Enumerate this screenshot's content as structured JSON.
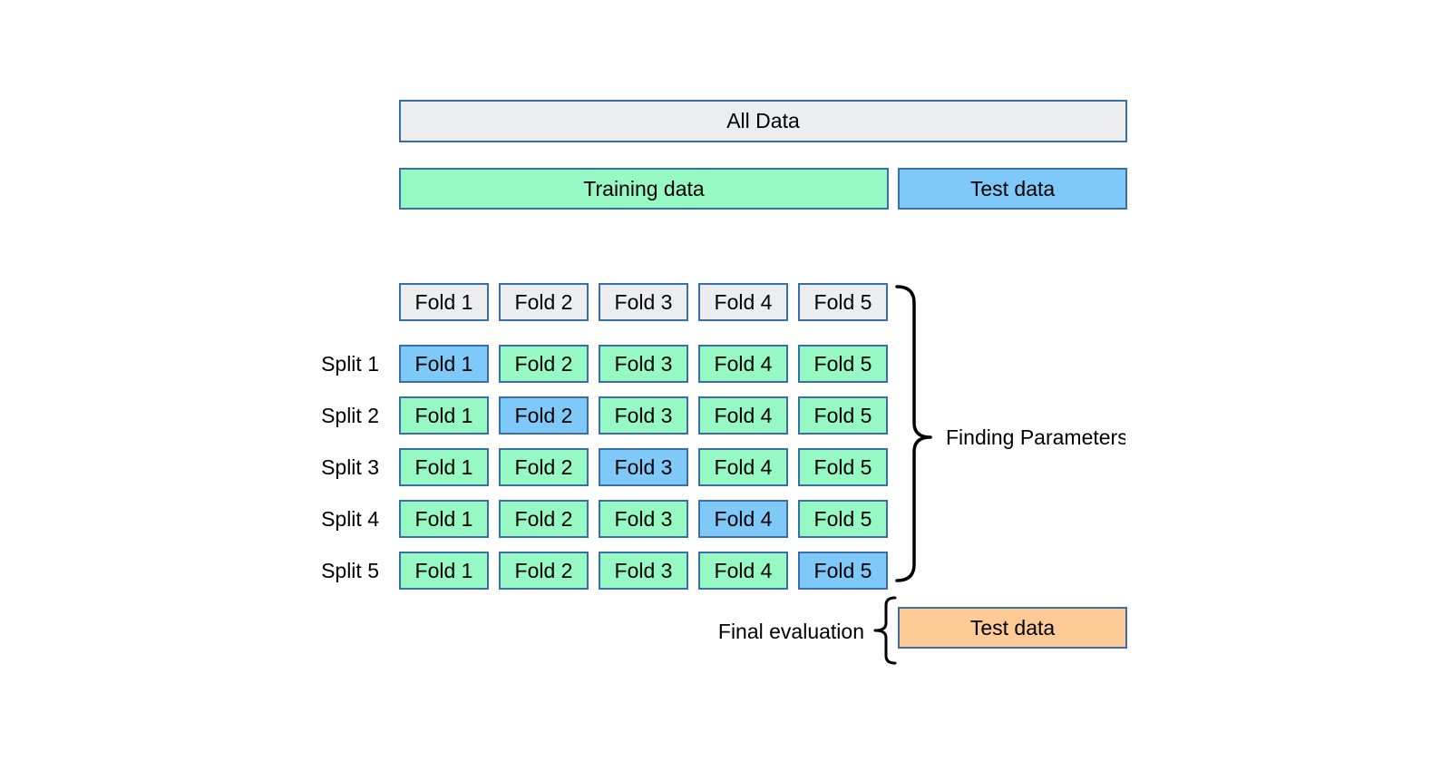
{
  "diagram": {
    "all_data_label": "All Data",
    "training_label": "Training data",
    "test_label": "Test data",
    "fold_headers": [
      "Fold 1",
      "Fold 2",
      "Fold 3",
      "Fold 4",
      "Fold 5"
    ],
    "splits": [
      {
        "label": "Split 1",
        "test_fold_index": 0,
        "folds": [
          "Fold 1",
          "Fold 2",
          "Fold 3",
          "Fold 4",
          "Fold 5"
        ]
      },
      {
        "label": "Split 2",
        "test_fold_index": 1,
        "folds": [
          "Fold 1",
          "Fold 2",
          "Fold 3",
          "Fold 4",
          "Fold 5"
        ]
      },
      {
        "label": "Split 3",
        "test_fold_index": 2,
        "folds": [
          "Fold 1",
          "Fold 2",
          "Fold 3",
          "Fold 4",
          "Fold 5"
        ]
      },
      {
        "label": "Split 4",
        "test_fold_index": 3,
        "folds": [
          "Fold 1",
          "Fold 2",
          "Fold 3",
          "Fold 4",
          "Fold 5"
        ]
      },
      {
        "label": "Split 5",
        "test_fold_index": 4,
        "folds": [
          "Fold 1",
          "Fold 2",
          "Fold 3",
          "Fold 4",
          "Fold 5"
        ]
      }
    ],
    "finding_parameters_label": "Finding Parameters",
    "final_evaluation_label": "Final evaluation",
    "final_test_label": "Test data",
    "colors": {
      "border_blue": "#3a6ea8",
      "box_gray": "#ecedef",
      "train_green": "#96f8c3",
      "validation_blue": "#7ec9f7",
      "final_test_orange": "#fecb96"
    }
  }
}
